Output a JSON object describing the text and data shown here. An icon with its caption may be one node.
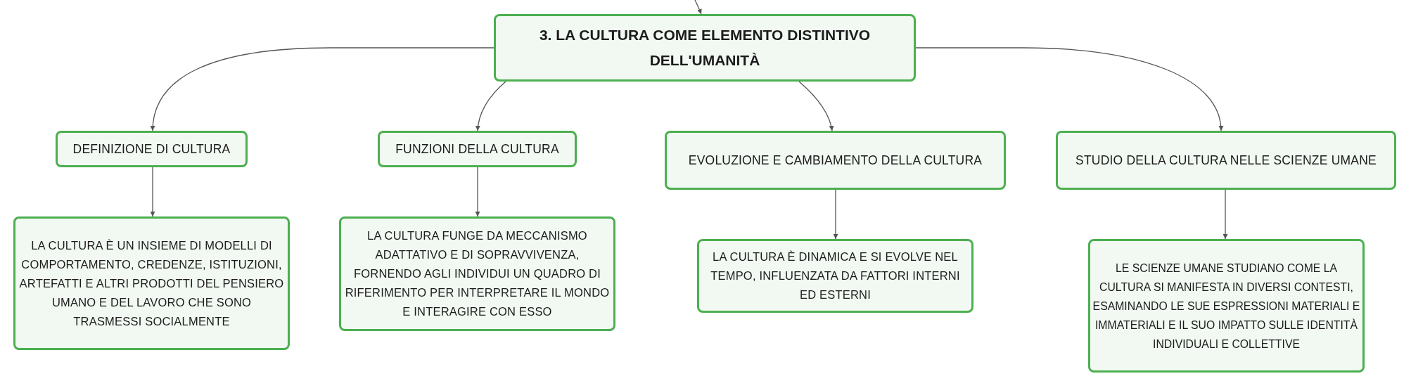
{
  "diagram": {
    "nodes": [
      {
        "text": [
          "3. LA CULTURA COME ELEMENTO DISTINTIVO DELL'UMANITÀ"
        ]
      },
      {
        "text": [
          "DEFINIZIONE DI CULTURA"
        ]
      },
      {
        "text": [
          "FUNZIONI DELLA CULTURA"
        ]
      },
      {
        "text": [
          "EVOLUZIONE E CAMBIAMENTO DELLA CULTURA"
        ]
      },
      {
        "text": [
          "STUDIO DELLA CULTURA NELLE SCIENZE UMANE"
        ]
      },
      {
        "text": [
          "LA CULTURA È UN INSIEME DI MODELLI DI COMPORTAMENTO, CREDENZE, ISTITUZIONI, ARTEFATTI E ALTRI PRODOTTI DEL PENSIERO UMANO E DEL LAVORO CHE SONO TRASMESSI SOCIALMENTE"
        ]
      },
      {
        "text": [
          "LA CULTURA FUNGE DA MECCANISMO ADATTATIVO E DI SOPRAVVIVENZA, FORNENDO AGLI INDIVIDUI UN QUADRO DI RIFERIMENTO PER INTERPRETARE IL MONDO E INTERAGIRE CON ESSO"
        ]
      },
      {
        "text": [
          "LA CULTURA È DINAMICA E SI EVOLVE NEL TEMPO, INFLUENZATA DA FATTORI INTERNI ED ESTERNI"
        ]
      },
      {
        "text": [
          "LE SCIENZE UMANE STUDIANO COME LA CULTURA SI MANIFESTA IN DIVERSI CONTESTI, ESAMINANDO LE SUE ESPRESSIONI MATERIALI E IMMATERIALI E IL SUO IMPATTO SULLE IDENTITÀ INDIVIDUALI E COLLETTIVE"
        ]
      }
    ],
    "edges": [
      {
        "from": null,
        "to": 0,
        "arrow": "to"
      },
      {
        "from": 0,
        "to": 1,
        "arrow": "to"
      },
      {
        "from": 0,
        "to": 2,
        "arrow": "to"
      },
      {
        "from": 0,
        "to": 3,
        "arrow": "to"
      },
      {
        "from": 0,
        "to": 4,
        "arrow": "to"
      },
      {
        "from": 1,
        "to": 5,
        "arrow": "to"
      },
      {
        "from": 2,
        "to": 6,
        "arrow": "to"
      },
      {
        "from": 3,
        "to": 7,
        "arrow": "to"
      },
      {
        "from": 4,
        "to": 8,
        "arrow": "to"
      }
    ]
  }
}
